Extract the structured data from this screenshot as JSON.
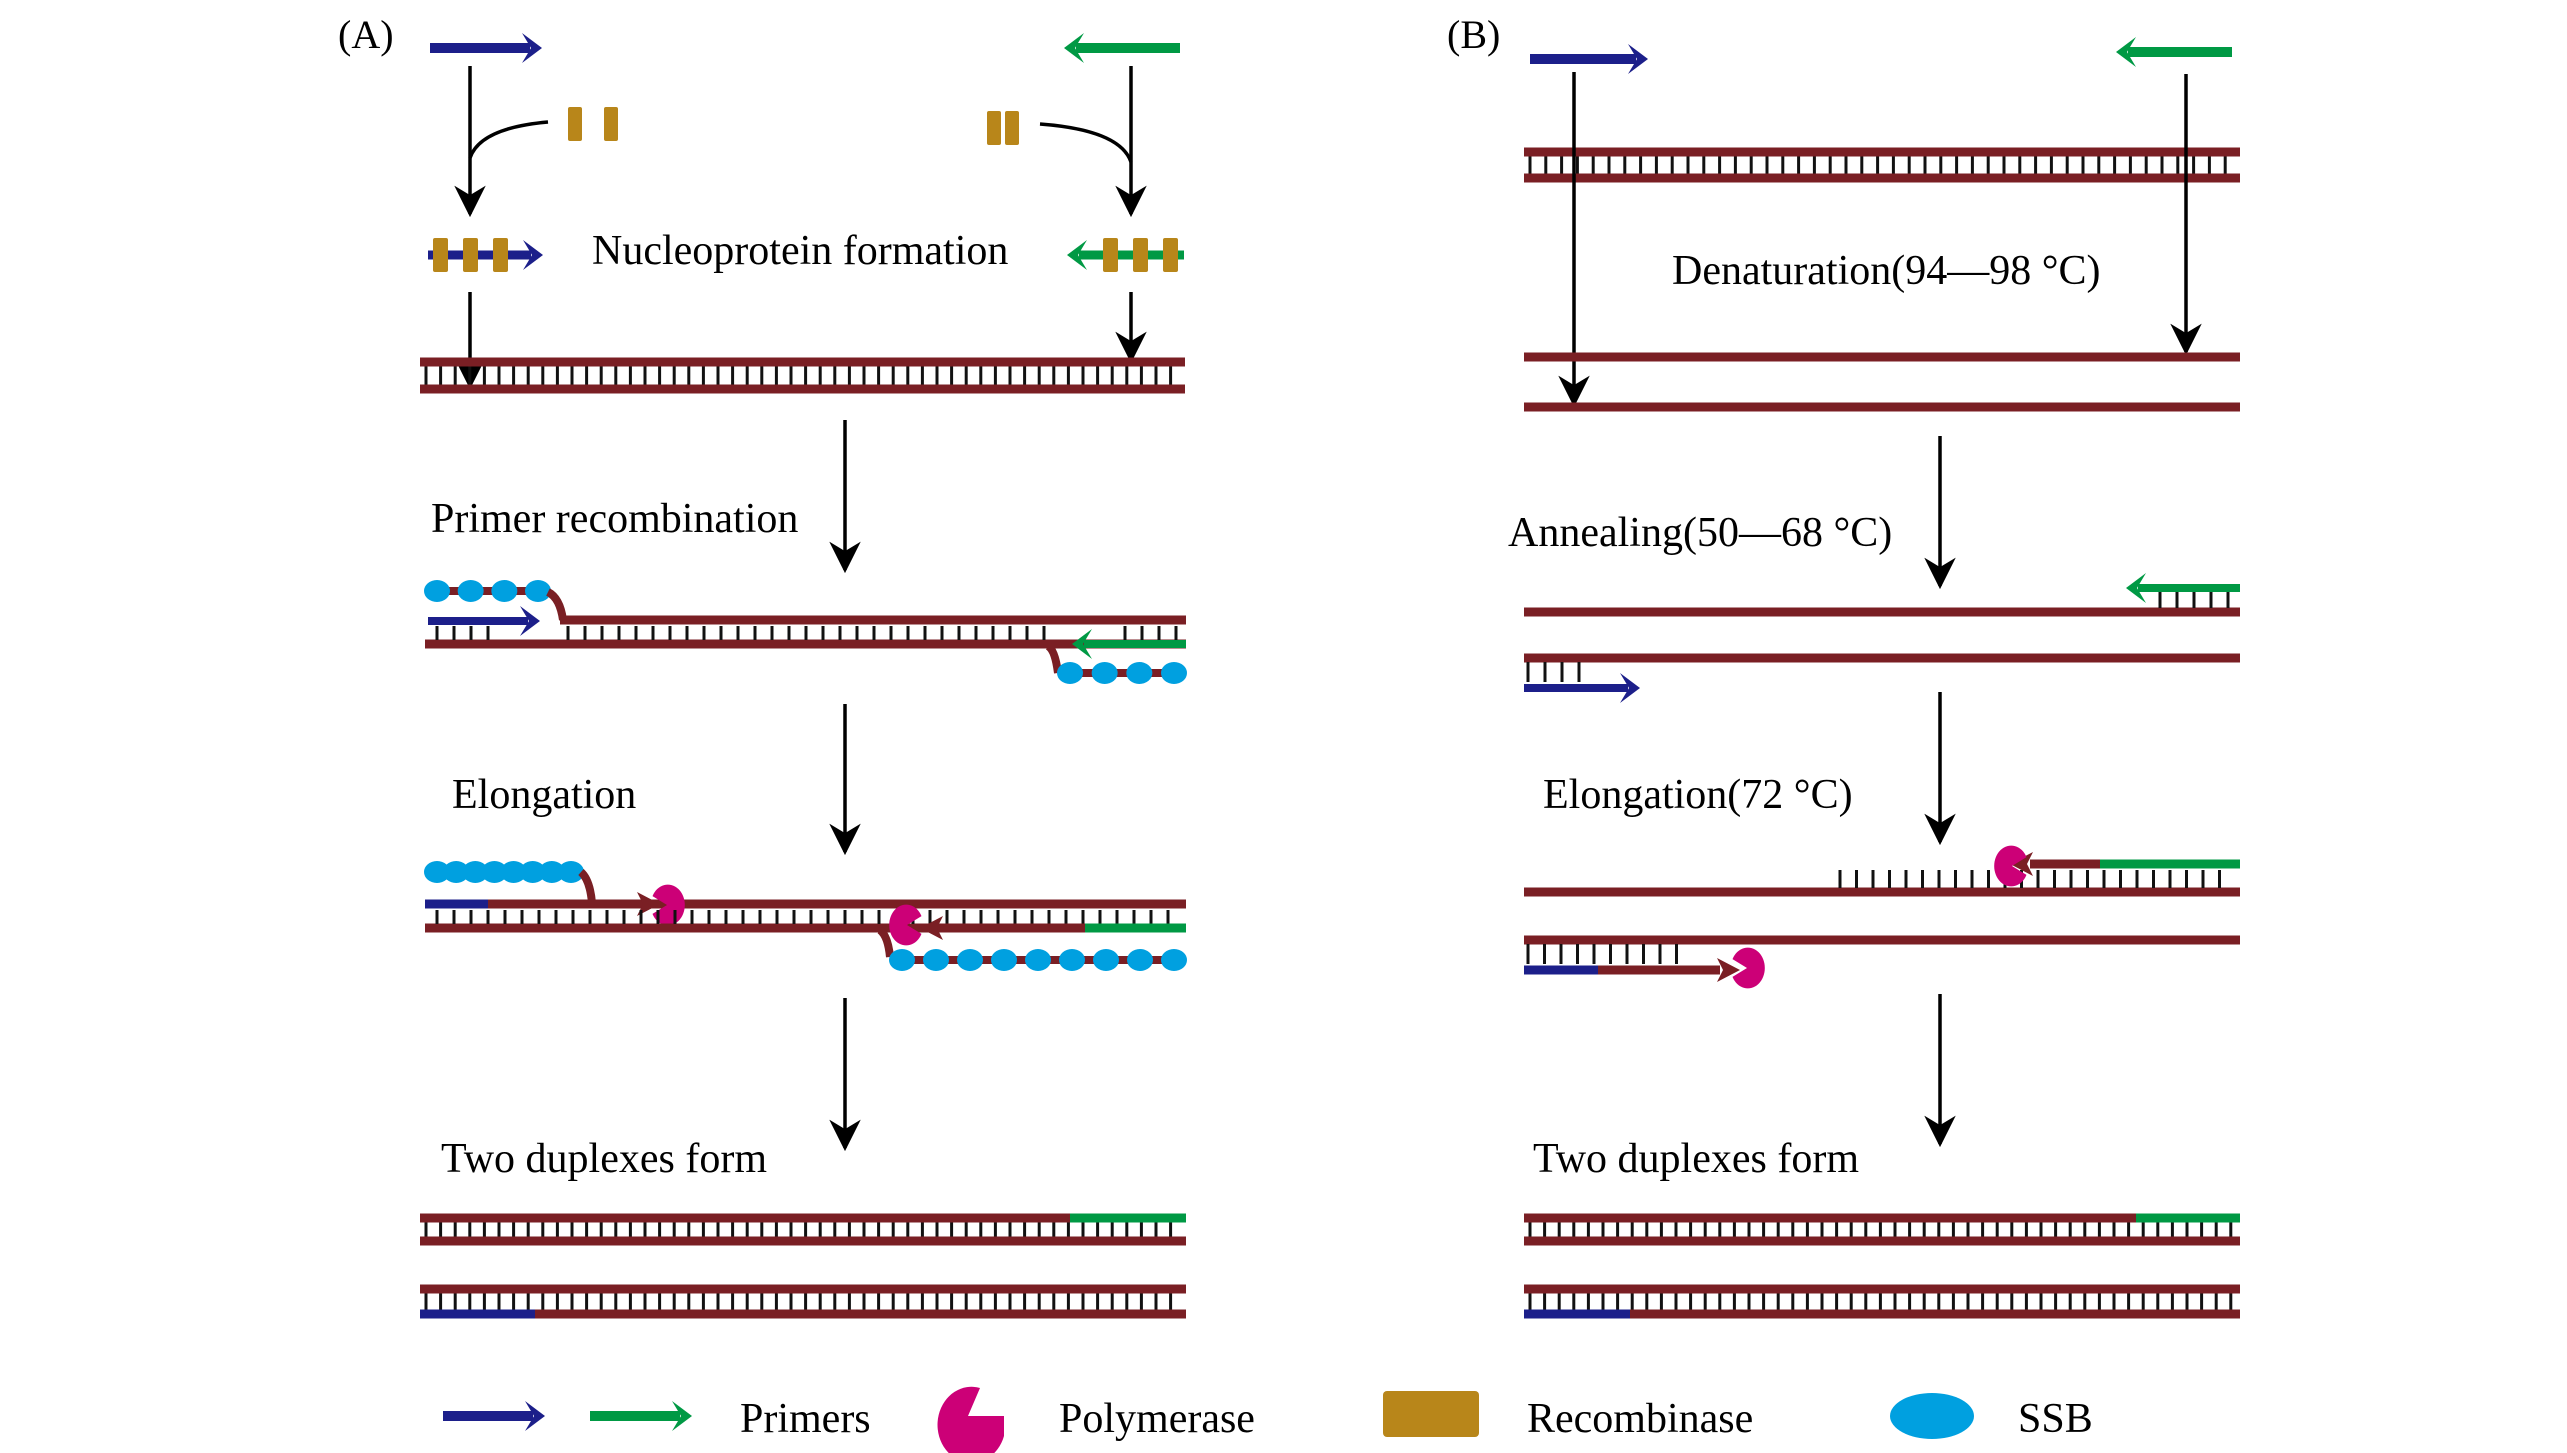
{
  "figure": {
    "panel_a": {
      "label": "(A)",
      "steps": {
        "nucleoprotein": "Nucleoprotein formation",
        "recombination": "Primer recombination",
        "elongation": "Elongation",
        "duplexes": "Two duplexes form"
      }
    },
    "panel_b": {
      "label": "(B)",
      "steps": {
        "denaturation": "Denaturation(94—98 °C)",
        "annealing": "Annealing(50—68 °C)",
        "elongation": "Elongation(72 °C)",
        "duplexes": "Two duplexes form"
      }
    },
    "legend": {
      "primers": "Primers",
      "polymerase": "Polymerase",
      "recombinase": "Recombinase",
      "ssb": "SSB"
    },
    "colors": {
      "dna_strand": "#7a1f24",
      "forward_primer": "#1c1f8a",
      "reverse_primer": "#009944",
      "polymerase": "#cc0077",
      "recombinase": "#b8861a",
      "ssb": "#00a0e0"
    }
  }
}
